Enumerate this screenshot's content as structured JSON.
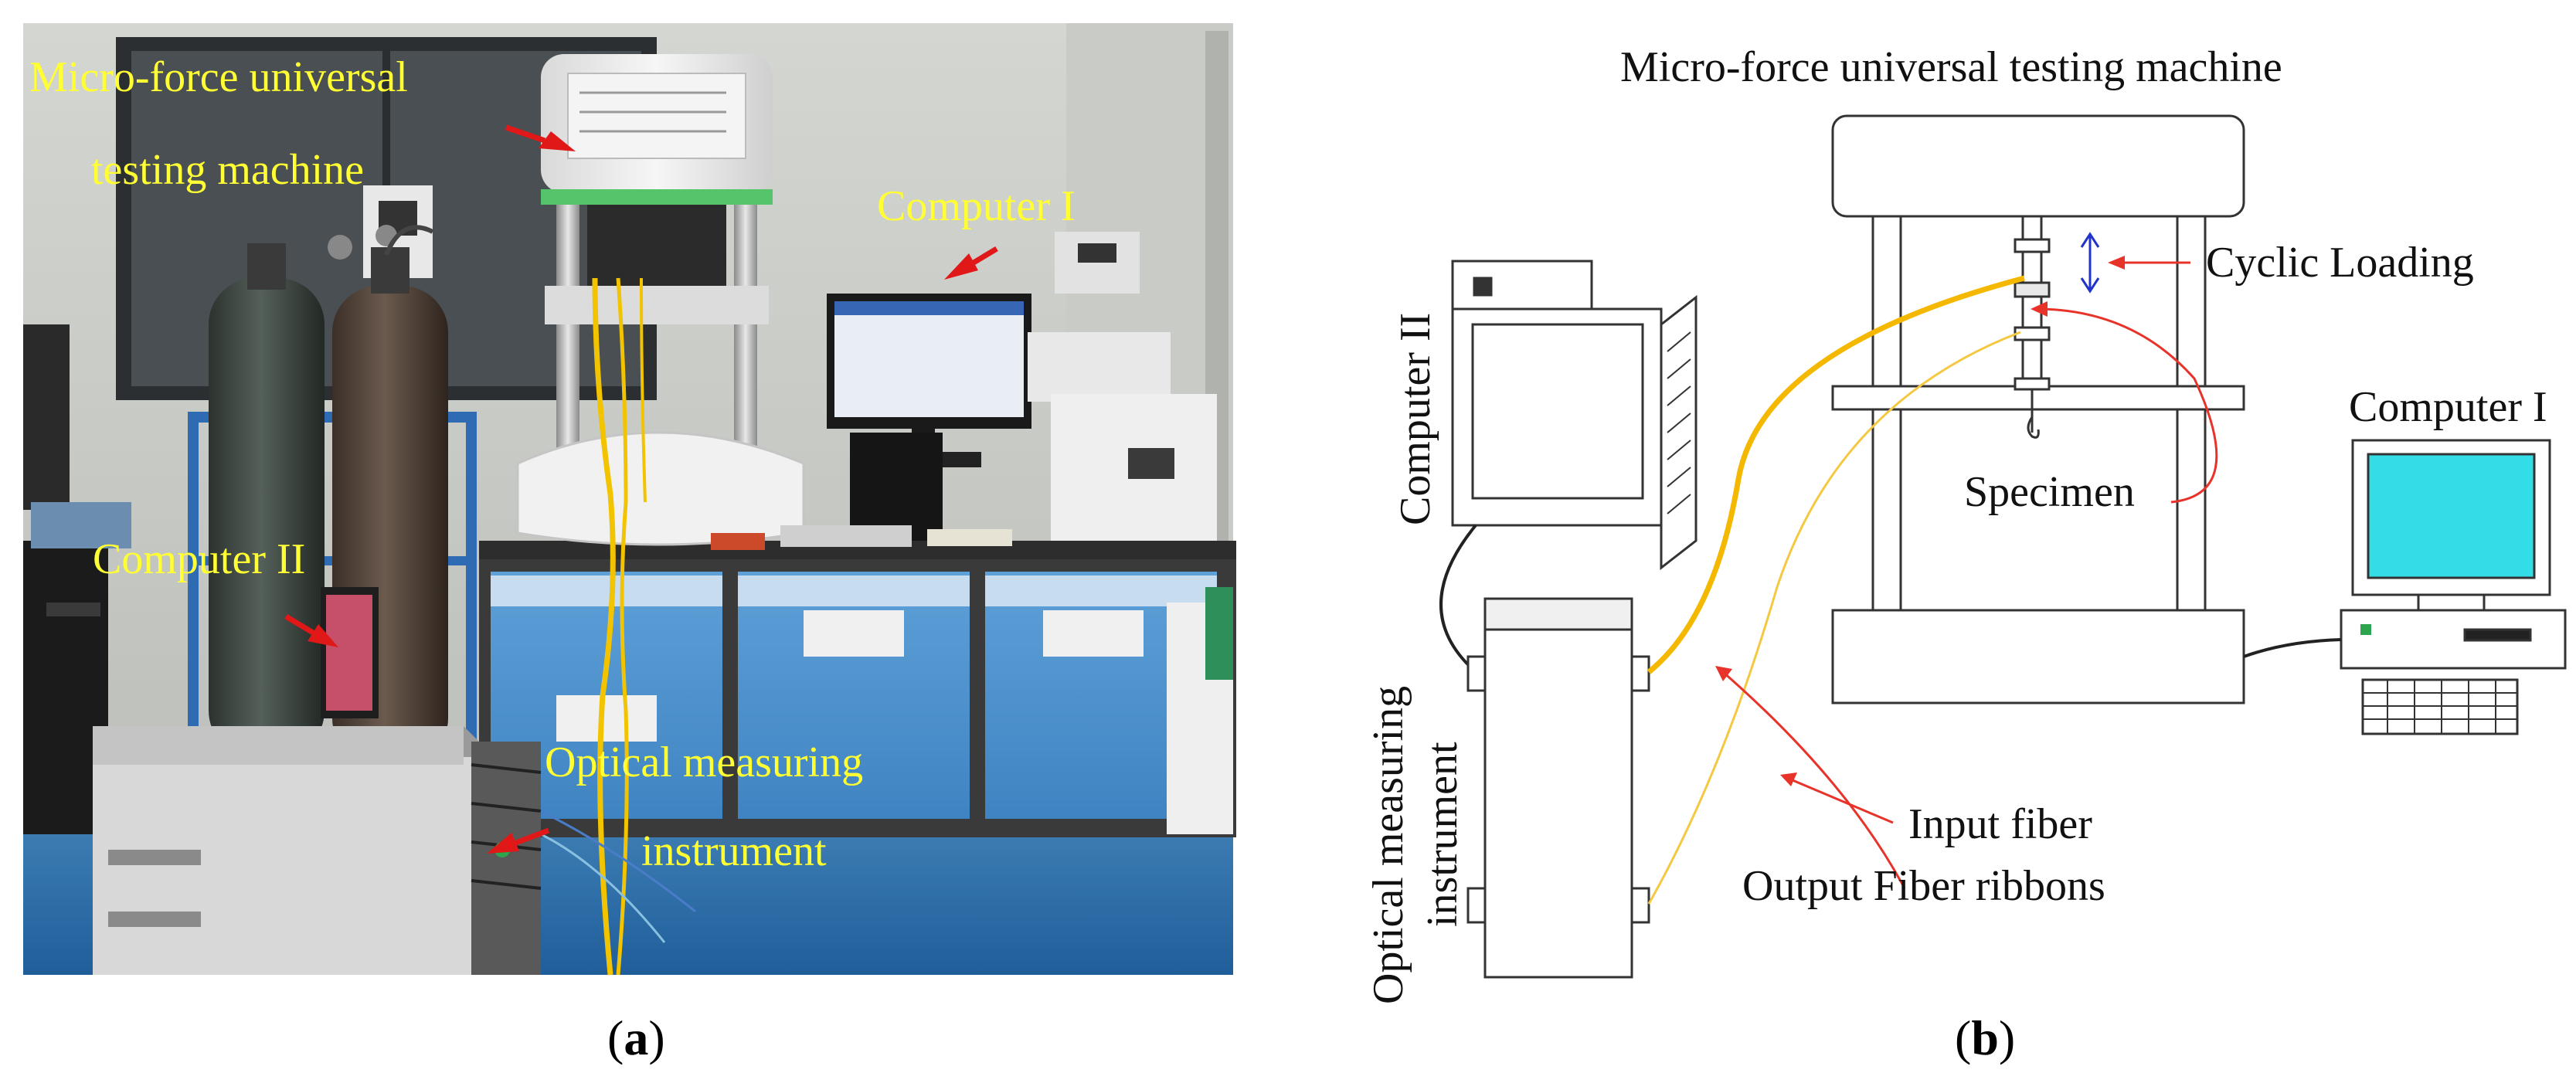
{
  "photo": {
    "labels": {
      "machine_line1": "Micro-force universal",
      "machine_line2": "testing machine",
      "computer1": "Computer I",
      "computer2": "Computer II",
      "optical_line1": "Optical measuring",
      "optical_line2": "instrument"
    },
    "label_color": "#ffff33",
    "arrow_color": "#e01818"
  },
  "diagram": {
    "labels": {
      "title": "Micro-force universal testing machine",
      "cyclic_loading": "Cyclic Loading",
      "computer1": "Computer I",
      "computer2": "Computer II",
      "specimen": "Specimen",
      "optical_line1": "Optical measuring",
      "optical_line2": "instrument",
      "input_fiber": "Input fiber",
      "output_ribbons": "Output Fiber ribbons"
    },
    "colors": {
      "fiber_thick": "#f5b800",
      "fiber_thin": "#f5c842",
      "annotation_arrow": "#e8332a",
      "loading_arrow": "#2233cc",
      "screen": "#33dde8"
    }
  },
  "captions": {
    "a": "a",
    "b": "b"
  }
}
